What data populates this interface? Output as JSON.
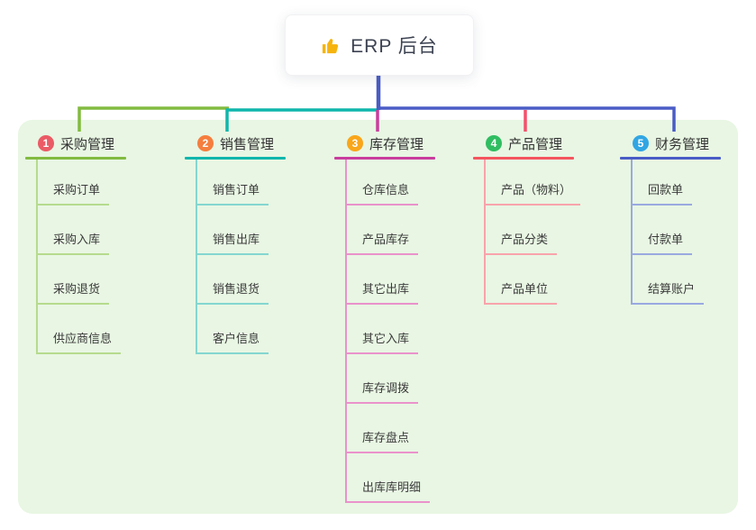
{
  "root": {
    "title": "ERP 后台",
    "icon": "thumbs-up-icon"
  },
  "branches": [
    {
      "index": "1",
      "label": "采购管理",
      "badge_color": "#ea5b66",
      "line_color": "#82bb40",
      "child_line_color": "#b6db8e",
      "children": [
        "采购订单",
        "采购入库",
        "采购退货",
        "供应商信息"
      ]
    },
    {
      "index": "2",
      "label": "销售管理",
      "badge_color": "#f57e3e",
      "line_color": "#10b6ac",
      "child_line_color": "#84d6d0",
      "children": [
        "销售订单",
        "销售出库",
        "销售退货",
        "客户信息"
      ]
    },
    {
      "index": "3",
      "label": "库存管理",
      "badge_color": "#f9a61a",
      "line_color": "#c93d9d",
      "child_line_color": "#ea92cb",
      "children": [
        "仓库信息",
        "产品库存",
        "其它出库",
        "其它入库",
        "库存调拨",
        "库存盘点",
        "出库库明细"
      ]
    },
    {
      "index": "4",
      "label": "产品管理",
      "badge_color": "#30bd61",
      "line_color": "#f4555f",
      "child_line_color": "#f8a3ab",
      "children": [
        "产品（物料）",
        "产品分类",
        "产品单位"
      ]
    },
    {
      "index": "5",
      "label": "财务管理",
      "badge_color": "#31a6e3",
      "line_color": "#4a5cc5",
      "child_line_color": "#9aa9e0",
      "children": [
        "回款单",
        "付款单",
        "结算账户"
      ]
    }
  ],
  "colors": {
    "canvas_bg": "#ffffff",
    "container_bg": "#e8f6e3",
    "root_connector": "#4a5cc5",
    "root_card_bg": "#ffffff",
    "title_color": "#3d4352",
    "thumb_icon_color": "#f6b40e"
  }
}
